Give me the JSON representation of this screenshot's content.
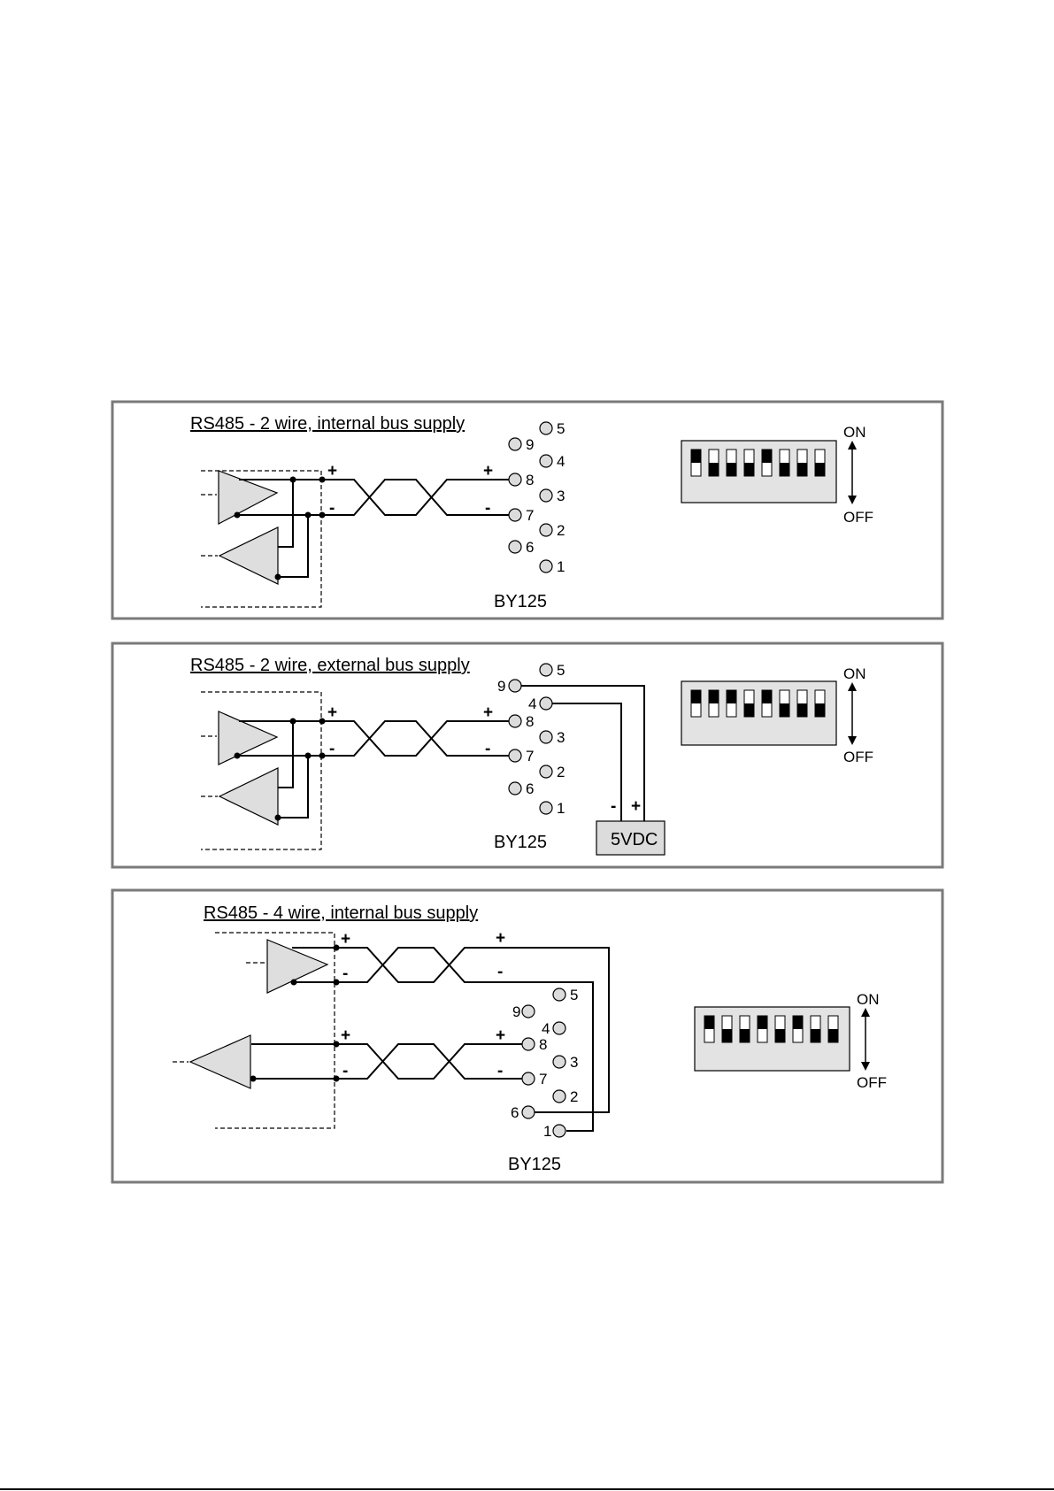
{
  "panels": [
    {
      "title": "RS485 - 2 wire, internal bus supply",
      "device": "BY125",
      "dip_on": "ON",
      "dip_off": "OFF",
      "dip_states": [
        1,
        0,
        0,
        0,
        1,
        0,
        0,
        0
      ],
      "plus": "+",
      "minus": "-",
      "pins": {
        "p1": "1",
        "p2": "2",
        "p3": "3",
        "p4": "4",
        "p5": "5",
        "p6": "6",
        "p7": "7",
        "p8": "8",
        "p9": "9"
      }
    },
    {
      "title": "RS485 - 2 wire, external bus supply",
      "device": "BY125",
      "dip_on": "ON",
      "dip_off": "OFF",
      "dip_states": [
        1,
        1,
        1,
        0,
        1,
        0,
        0,
        0
      ],
      "plus": "+",
      "minus": "-",
      "psu": "5VDC",
      "psu_minus": "-",
      "psu_plus": "+",
      "pins": {
        "p1": "1",
        "p2": "2",
        "p3": "3",
        "p4": "4",
        "p5": "5",
        "p6": "6",
        "p7": "7",
        "p8": "8",
        "p9": "9"
      }
    },
    {
      "title": "RS485 - 4 wire, internal bus supply",
      "device": "BY125",
      "dip_on": "ON",
      "dip_off": "OFF",
      "dip_states": [
        1,
        0,
        0,
        1,
        0,
        1,
        0,
        0
      ],
      "plus": "+",
      "minus": "-",
      "pins": {
        "p1": "1",
        "p2": "2",
        "p3": "3",
        "p4": "4",
        "p5": "5",
        "p6": "6",
        "p7": "7",
        "p8": "8",
        "p9": "9"
      }
    }
  ]
}
